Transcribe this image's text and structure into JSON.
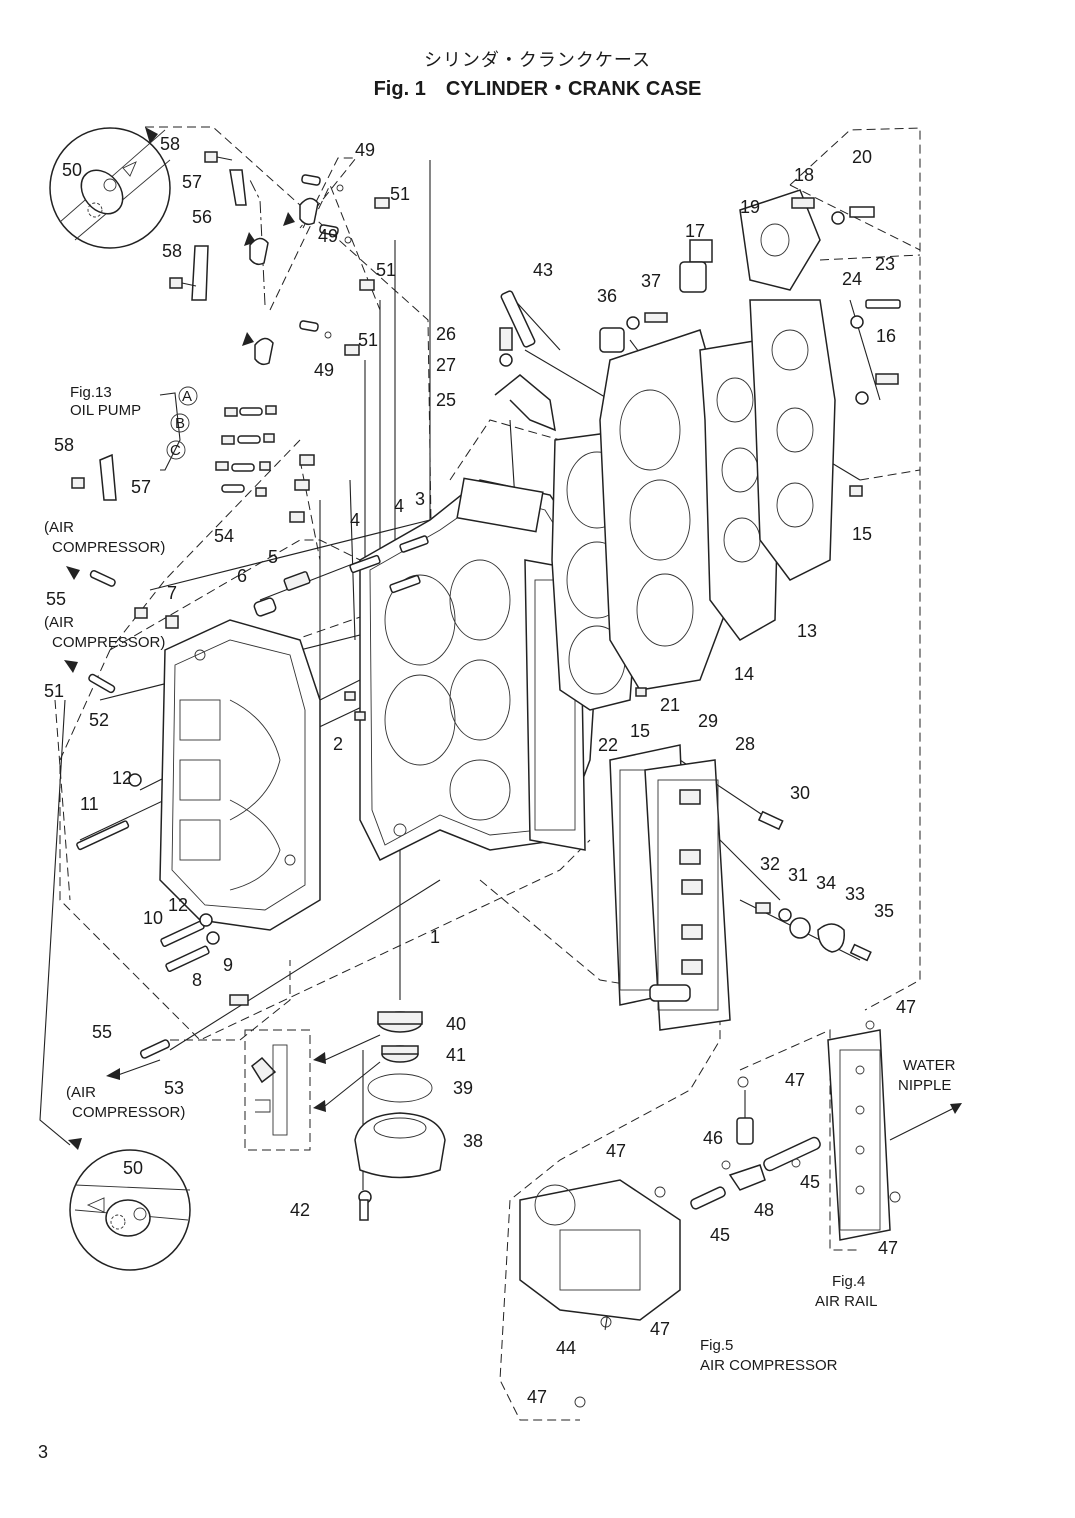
{
  "title": {
    "japanese": "シリンダ・クランクケース",
    "english": "Fig. 1　CYLINDER・CRANK CASE"
  },
  "page_number": "3",
  "references": {
    "oil_pump": [
      "Fig.13",
      "OIL PUMP"
    ],
    "air_compressor_1": [
      "(AIR",
      "COMPRESSOR)"
    ],
    "air_compressor_2": [
      "(AIR",
      "COMPRESSOR)"
    ],
    "air_compressor_3": [
      "(AIR",
      "COMPRESSOR)"
    ],
    "water_nipple": [
      "WATER",
      "NIPPLE"
    ],
    "air_rail": [
      "Fig.4",
      "AIR RAIL"
    ],
    "air_compressor_fig5": [
      "Fig.5",
      "AIR COMPRESSOR"
    ],
    "pump_letters": [
      "A",
      "B",
      "C"
    ]
  },
  "callouts": [
    {
      "id": "c50a",
      "text": "50"
    },
    {
      "id": "c58a",
      "text": "58"
    },
    {
      "id": "c57a",
      "text": "57"
    },
    {
      "id": "c56",
      "text": "56"
    },
    {
      "id": "c58b",
      "text": "58"
    },
    {
      "id": "c49a",
      "text": "49"
    },
    {
      "id": "c51a",
      "text": "51"
    },
    {
      "id": "c49b",
      "text": "49"
    },
    {
      "id": "c51b",
      "text": "51"
    },
    {
      "id": "c51c",
      "text": "51"
    },
    {
      "id": "c49c",
      "text": "49"
    },
    {
      "id": "c43",
      "text": "43"
    },
    {
      "id": "c36",
      "text": "36"
    },
    {
      "id": "c37",
      "text": "37"
    },
    {
      "id": "c17",
      "text": "17"
    },
    {
      "id": "c19",
      "text": "19"
    },
    {
      "id": "c18",
      "text": "18"
    },
    {
      "id": "c20",
      "text": "20"
    },
    {
      "id": "c23",
      "text": "23"
    },
    {
      "id": "c24",
      "text": "24"
    },
    {
      "id": "c16",
      "text": "16"
    },
    {
      "id": "c26",
      "text": "26"
    },
    {
      "id": "c27",
      "text": "27"
    },
    {
      "id": "c25",
      "text": "25"
    },
    {
      "id": "c58c",
      "text": "58"
    },
    {
      "id": "c57b",
      "text": "57"
    },
    {
      "id": "c54",
      "text": "54"
    },
    {
      "id": "c4a",
      "text": "4"
    },
    {
      "id": "c3",
      "text": "3"
    },
    {
      "id": "c4b",
      "text": "4"
    },
    {
      "id": "c5",
      "text": "5"
    },
    {
      "id": "c6",
      "text": "6"
    },
    {
      "id": "c7",
      "text": "7"
    },
    {
      "id": "c55a",
      "text": "55"
    },
    {
      "id": "c51d",
      "text": "51"
    },
    {
      "id": "c52",
      "text": "52"
    },
    {
      "id": "c2",
      "text": "2"
    },
    {
      "id": "c15a",
      "text": "15"
    },
    {
      "id": "c13",
      "text": "13"
    },
    {
      "id": "c14",
      "text": "14"
    },
    {
      "id": "c21",
      "text": "21"
    },
    {
      "id": "c15b",
      "text": "15"
    },
    {
      "id": "c22",
      "text": "22"
    },
    {
      "id": "c29",
      "text": "29"
    },
    {
      "id": "c28",
      "text": "28"
    },
    {
      "id": "c30",
      "text": "30"
    },
    {
      "id": "c12a",
      "text": "12"
    },
    {
      "id": "c11",
      "text": "11"
    },
    {
      "id": "c32",
      "text": "32"
    },
    {
      "id": "c31",
      "text": "31"
    },
    {
      "id": "c34",
      "text": "34"
    },
    {
      "id": "c33",
      "text": "33"
    },
    {
      "id": "c35",
      "text": "35"
    },
    {
      "id": "c10",
      "text": "10"
    },
    {
      "id": "c12b",
      "text": "12"
    },
    {
      "id": "c9",
      "text": "9"
    },
    {
      "id": "c8",
      "text": "8"
    },
    {
      "id": "c1",
      "text": "1"
    },
    {
      "id": "c40",
      "text": "40"
    },
    {
      "id": "c41",
      "text": "41"
    },
    {
      "id": "c39",
      "text": "39"
    },
    {
      "id": "c38",
      "text": "38"
    },
    {
      "id": "c42",
      "text": "42"
    },
    {
      "id": "c55b",
      "text": "55"
    },
    {
      "id": "c53",
      "text": "53"
    },
    {
      "id": "c50b",
      "text": "50"
    },
    {
      "id": "c47a",
      "text": "47"
    },
    {
      "id": "c47b",
      "text": "47"
    },
    {
      "id": "c46",
      "text": "46"
    },
    {
      "id": "c47c",
      "text": "47"
    },
    {
      "id": "c48",
      "text": "48"
    },
    {
      "id": "c45a",
      "text": "45"
    },
    {
      "id": "c45b",
      "text": "45"
    },
    {
      "id": "c47d",
      "text": "47"
    },
    {
      "id": "c47e",
      "text": "47"
    },
    {
      "id": "c44",
      "text": "44"
    },
    {
      "id": "c47f",
      "text": "47"
    }
  ]
}
